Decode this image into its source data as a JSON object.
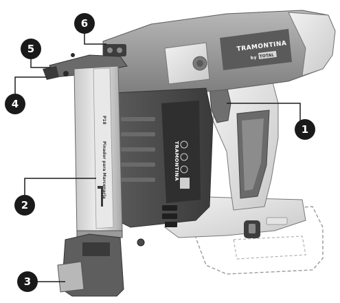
{
  "brand": {
    "name": "TRAMONTINA",
    "sub_prefix": "by",
    "sub_logo": "TOTAL"
  },
  "magazine_label": "Pinador para Marcenaria",
  "magazine_code": "P18",
  "panel_brand": "TRAMONTINA",
  "callouts": [
    {
      "number": "1"
    },
    {
      "number": "2"
    },
    {
      "number": "3"
    },
    {
      "number": "4"
    },
    {
      "number": "5"
    },
    {
      "number": "6"
    }
  ],
  "colors": {
    "body_gray": "#9a9a9a",
    "dark_gray": "#4a4a4a",
    "light_gray": "#d9d9d9",
    "callout": "#1a1a1a",
    "leader": "#1a1a1a"
  }
}
